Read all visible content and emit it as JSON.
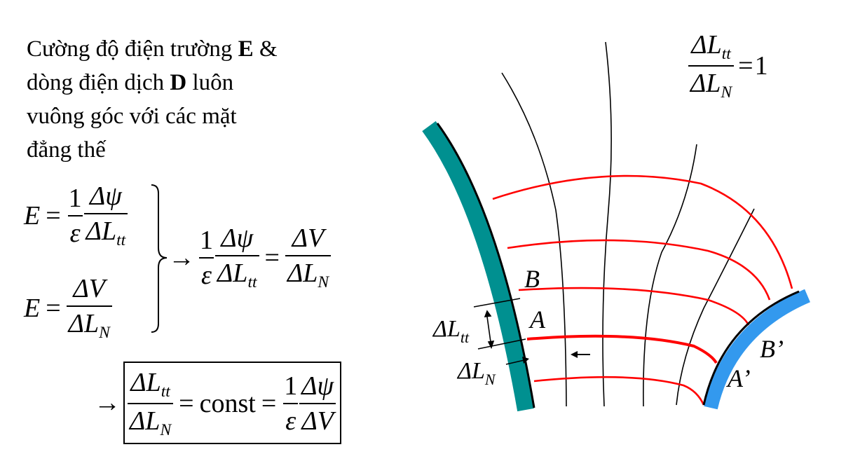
{
  "text": {
    "line1_prefix": "Cường độ điện trường ",
    "line1_bold": "E",
    "line1_suffix": " &",
    "line2_prefix": "dòng điện dịch ",
    "line2_bold": "D",
    "line2_suffix": " luôn",
    "line3": "vuông góc với các mặt",
    "line4": "đẳng thế"
  },
  "math": {
    "E": "E",
    "one": "1",
    "epsilon": "ε",
    "delta_psi": "Δψ",
    "delta_V": "ΔV",
    "delta_L": "ΔL",
    "sub_tt": "tt",
    "sub_N": "N",
    "equals": "=",
    "arrow": "→",
    "const": "const"
  },
  "ratio": {
    "value": "1"
  },
  "diagram": {
    "label_B": "B",
    "label_A": "A",
    "label_B_prime": "B’",
    "label_A_prime": "A’",
    "label_dLtt": "ΔL",
    "label_dLN": "ΔL",
    "colors": {
      "left_electrode": "#009090",
      "right_electrode": "#3399ee",
      "equipotential_lines": "#ff0000",
      "field_lines": "#000000"
    }
  }
}
